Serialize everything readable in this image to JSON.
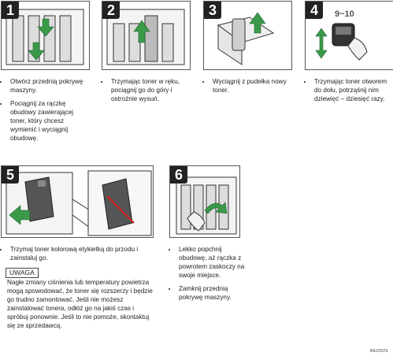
{
  "steps": [
    {
      "num": "1",
      "bullets": [
        "Otwórz przednią pokrywę maszyny.",
        "Pociągnij za rączkę obudowy zawierającej toner, który chcesz wymienić i wyciągnij obudowę."
      ]
    },
    {
      "num": "2",
      "bullets": [
        "Trzymając toner w ręku, pociągnij go do góry i ostrożnie wysuń."
      ]
    },
    {
      "num": "3",
      "bullets": [
        "Wyciągnij z pudełka nowy toner."
      ]
    },
    {
      "num": "4",
      "label": "9~10",
      "bullets": [
        "Trzymając toner otworem do dołu, potrząśnij nim dziewięć – dziesięć razy."
      ]
    },
    {
      "num": "5",
      "bullets": [
        "Trzymaj toner kolorową etykietką do przodu i zainstaluj go."
      ]
    },
    {
      "num": "6",
      "bullets": [
        "Lekko popchnij obudowę, aż rączka z powrotem zaskoczy na swoje miejsce.",
        "Zamknij przednią pokrywę maszyny."
      ]
    }
  ],
  "note": {
    "label": "UWAGA",
    "text": "Nagłe zmiany ciśnienia lub temperatury powietrza mogą spowodować, że toner się rozszerzy i będzie go trudno zamontować. Jeśli nie możesz zainstalować tonera, odłóż go na jakiś czas i spróbuj ponownie. Jeśli to nie pomoże, skontaktuj się ze sprzedawcą."
  },
  "code": "BAZ002S",
  "colors": {
    "arrow": "#3a9a4a",
    "stop": "#d22020"
  }
}
